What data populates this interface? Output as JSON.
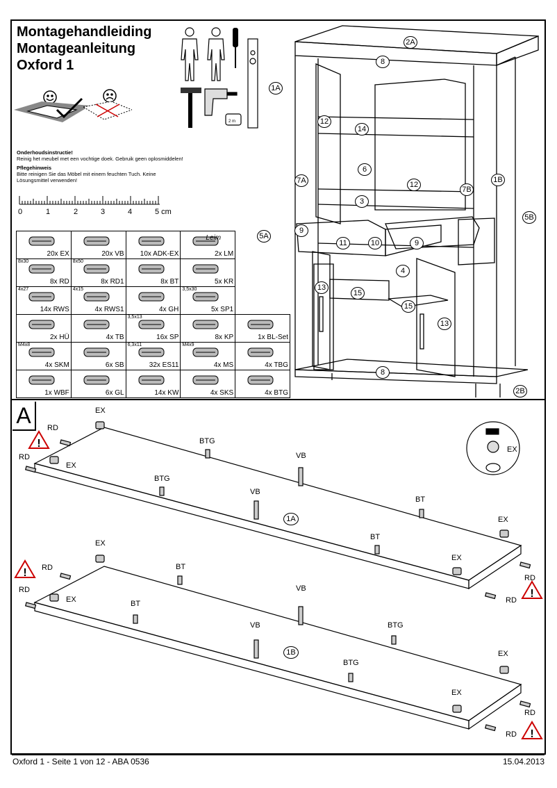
{
  "header": {
    "title_lines": [
      "Montagehandleiding",
      "Montageanleitung",
      "Oxford 1"
    ]
  },
  "care": {
    "nl_heading": "Onderhoudsinstructie!",
    "nl_text": "Reinig het meubel met een vochtige doek. Gebruik geen oplosmiddelen!",
    "de_heading": "Pflegehinweis",
    "de_text_1": "Bitte reinigen Sie das Möbel mit einem feuchten Tuch. Keine",
    "de_text_2": "Lösungsmittel verwenden!"
  },
  "ruler": {
    "labels": [
      "0",
      "1",
      "2",
      "3",
      "4",
      "5 cm"
    ]
  },
  "tools": {
    "meter_label": "2 m"
  },
  "parts": [
    {
      "spec": "",
      "count": "20x EX",
      "icon": "cam-lock-icon"
    },
    {
      "spec": "",
      "count": "20x VB",
      "icon": "connector-bolt-icon"
    },
    {
      "spec": "",
      "count": "10x ADK-EX",
      "icon": "cover-cap-icon"
    },
    {
      "spec": "",
      "count": "2x LM",
      "icon": "glue-tube-icon",
      "extra": "Leim"
    },
    {
      "spec": "8x30",
      "count": "8x RD",
      "icon": "dowel-icon"
    },
    {
      "spec": "8x50",
      "count": "8x RD1",
      "icon": "long-dowel-icon"
    },
    {
      "spec": "",
      "count": "8x BT",
      "icon": "shelf-pin-icon"
    },
    {
      "spec": "",
      "count": "5x KR",
      "icon": "plastic-foot-icon"
    },
    {
      "spec": "4x27",
      "count": "14x RWS",
      "icon": "screw-icon"
    },
    {
      "spec": "4x15",
      "count": "4x RWS1",
      "icon": "short-screw-icon"
    },
    {
      "spec": "",
      "count": "4x GH",
      "icon": "glass-holder-icon"
    },
    {
      "spec": "3,5x30",
      "count": "5x SP1",
      "icon": "chipboard-screw-icon"
    },
    {
      "spec": "",
      "count": "2x HÜ",
      "icon": "sleeve-icon"
    },
    {
      "spec": "",
      "count": "4x TB",
      "icon": "hinge-icon"
    },
    {
      "spec": "3,5x13",
      "count": "16x SP",
      "icon": "small-screw-icon"
    },
    {
      "spec": "",
      "count": "8x KP",
      "icon": "hinge-plate-icon"
    },
    {
      "spec": "",
      "count": "1x BL-Set",
      "icon": "blinds-set-icon"
    },
    {
      "spec": "M4x8",
      "count": "4x SKM",
      "icon": "machine-screw-icon"
    },
    {
      "spec": "",
      "count": "6x SB",
      "icon": "wedge-block-icon"
    },
    {
      "spec": "6,3x11",
      "count": "32x ES11",
      "icon": "euro-screw-icon"
    },
    {
      "spec": "M4x9",
      "count": "4x MS",
      "icon": "metric-screw-icon"
    },
    {
      "spec": "",
      "count": "4x TBG",
      "icon": "door-bracket-icon"
    },
    {
      "spec": "",
      "count": "1x WBF",
      "icon": "wall-bracket-icon"
    },
    {
      "spec": "",
      "count": "6x GL",
      "icon": "glide-rail-icon"
    },
    {
      "spec": "",
      "count": "14x KW",
      "icon": "angle-bracket-icon"
    },
    {
      "spec": "",
      "count": "4x SKS",
      "icon": "drawer-runner-icon"
    },
    {
      "spec": "",
      "count": "4x BTG",
      "icon": "shelf-support-icon"
    }
  ],
  "cabinet_labels": {
    "c2a": "2A",
    "c8_top": "8",
    "c1a": "1A",
    "c12_a": "12",
    "c14": "14",
    "c6": "6",
    "c12_b": "12",
    "c7a": "7A",
    "c7b": "7B",
    "c1b": "1B",
    "c3": "3",
    "c5a": "5A",
    "c9_a": "9",
    "c11": "11",
    "c10": "10",
    "c9_b": "9",
    "c5b": "5B",
    "c4": "4",
    "c13_a": "13",
    "c15_a": "15",
    "c15_b": "15",
    "c13_b": "13",
    "c8_bot": "8",
    "c2b": "2B"
  },
  "step": {
    "letter": "A",
    "panel_top_id": "1A",
    "panel_bottom_id": "1B",
    "labels_top": [
      "EX",
      "RD",
      "RD",
      "EX",
      "BTG",
      "VB",
      "BTG",
      "VB",
      "BT",
      "BT",
      "EX",
      "EX",
      "RD",
      "RD"
    ],
    "labels_bottom": [
      "EX",
      "RD",
      "RD",
      "EX",
      "BT",
      "VB",
      "BT",
      "VB",
      "BTG",
      "BTG",
      "EX",
      "EX",
      "RD",
      "RD"
    ],
    "detail_label": "EX"
  },
  "footer": {
    "left": "Oxford 1 - Seite 1 von 12 - ABA 0536",
    "right": "15.04.2013"
  }
}
